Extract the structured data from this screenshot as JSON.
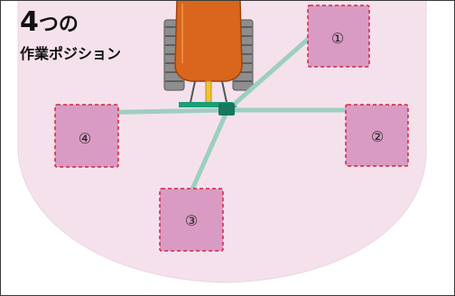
{
  "title": {
    "number": "4",
    "suffix": "つの",
    "subtitle": "作業ポジション"
  },
  "positions": [
    {
      "label": "①"
    },
    {
      "label": "②"
    },
    {
      "label": "③"
    },
    {
      "label": "④"
    }
  ],
  "colors": {
    "work_area": "#f5e1ec",
    "work_area_border": "#ecd3e0",
    "position_fill": "#d99bc3",
    "position_border": "#d3253f",
    "arm_path": "#9ccfc0",
    "arm_hub": "#15785f",
    "arm_base": "#1c9d78",
    "robot_body": "#d9661c",
    "robot_outline": "#9c4510",
    "robot_track": "#8e8e8e",
    "tool_yellow": "#f1c232",
    "frame_border": "#3a3a3a",
    "label_text": "#222222"
  }
}
